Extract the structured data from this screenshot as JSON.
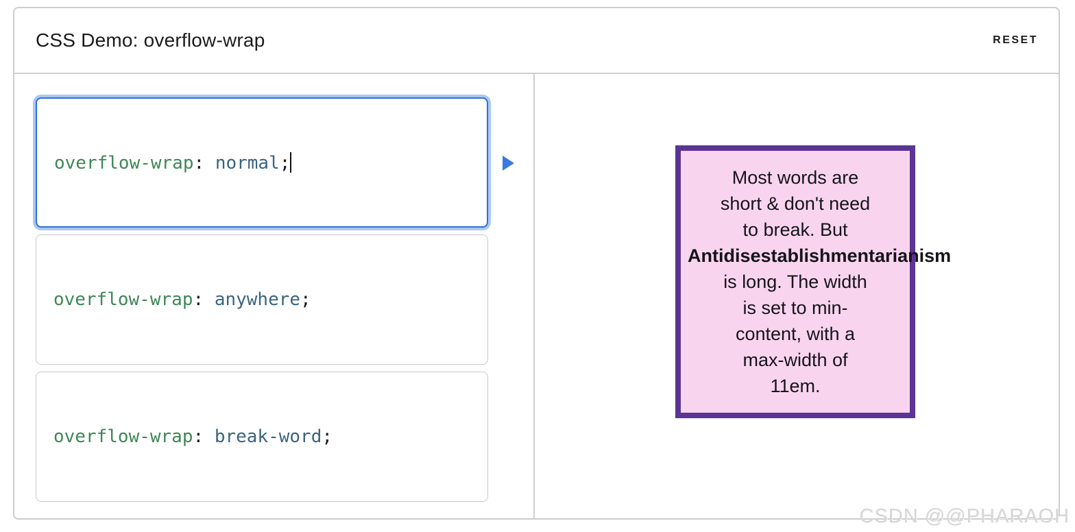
{
  "header": {
    "title": "CSS Demo: overflow-wrap",
    "reset_label": "RESET"
  },
  "editors": [
    {
      "property": "overflow-wrap",
      "colon": ": ",
      "value": "normal",
      "semicolon": ";",
      "selected": true
    },
    {
      "property": "overflow-wrap",
      "colon": ": ",
      "value": "anywhere",
      "semicolon": ";",
      "selected": false
    },
    {
      "property": "overflow-wrap",
      "colon": ": ",
      "value": "break-word",
      "semicolon": ";",
      "selected": false
    }
  ],
  "icons": {
    "play": "play-icon"
  },
  "output": {
    "full_text": "Most words are short & don't need to break. But Antidisestablishmentarianism is long. The width is set to min-content, with a max-width of 11em.",
    "lines": [
      {
        "text": "Most words are",
        "bold": false
      },
      {
        "text": "short & don't need",
        "bold": false
      },
      {
        "text": "to break. But",
        "bold": false
      },
      {
        "text": "Antidisestablishmentarianism",
        "bold": true
      },
      {
        "text": "is long. The width",
        "bold": false
      },
      {
        "text": "is set to min-",
        "bold": false
      },
      {
        "text": "content, with a",
        "bold": false
      },
      {
        "text": "max-width of",
        "bold": false
      },
      {
        "text": "11em.",
        "bold": false
      }
    ]
  },
  "watermark": "CSDN @@PHARAOH",
  "colors": {
    "selected_border": "#2e6fdb",
    "selected_halo": "#abc8f3",
    "play_arrow": "#3b79e2",
    "code_property": "#3e8757",
    "code_value": "#39647e",
    "output_background": "#f9d4ef",
    "output_border": "#5b3594",
    "panel_border": "#cdcdcd"
  }
}
